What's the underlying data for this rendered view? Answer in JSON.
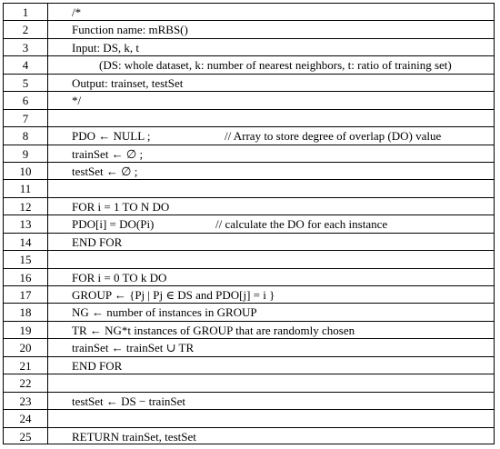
{
  "lines": [
    {
      "n": "1",
      "code": "/*"
    },
    {
      "n": "2",
      "code": "Function name: mRBS()"
    },
    {
      "n": "3",
      "code": "Input: DS, k, t"
    },
    {
      "n": "4",
      "code": "(DS: whole dataset, k: number of nearest neighbors, t: ratio of training set)"
    },
    {
      "n": "5",
      "code": "Output: trainset, testSet"
    },
    {
      "n": "6",
      "code": "*/"
    },
    {
      "n": "7",
      "code": ""
    },
    {
      "n": "8",
      "code": "PDO ← NULL ;",
      "comment": "// Array to store degree of overlap (DO) value"
    },
    {
      "n": "9",
      "code": "trainSet ← ∅ ;"
    },
    {
      "n": "10",
      "code": "testSet ← ∅ ;"
    },
    {
      "n": "11",
      "code": ""
    },
    {
      "n": "12",
      "code": "FOR i = 1 TO N DO"
    },
    {
      "n": "13",
      "code": "PDO[i] = DO(Pi)",
      "comment": "// calculate the DO for each instance"
    },
    {
      "n": "14",
      "code": "END FOR"
    },
    {
      "n": "15",
      "code": ""
    },
    {
      "n": "16",
      "code": "FOR i = 0 TO k DO"
    },
    {
      "n": "17",
      "code": "GROUP ← {Pj | Pj ∈ DS and PDO[j] = i }"
    },
    {
      "n": "18",
      "code": "NG ← number of instances in GROUP"
    },
    {
      "n": "19",
      "code": "TR ← NG*t instances of GROUP that are randomly chosen"
    },
    {
      "n": "20",
      "code": "trainSet ← trainSet ∪ TR"
    },
    {
      "n": "21",
      "code": "END FOR"
    },
    {
      "n": "22",
      "code": ""
    },
    {
      "n": "23",
      "code": "testSet ← DS − trainSet"
    },
    {
      "n": "24",
      "code": ""
    },
    {
      "n": "25",
      "code": "RETURN trainSet, testSet"
    }
  ]
}
